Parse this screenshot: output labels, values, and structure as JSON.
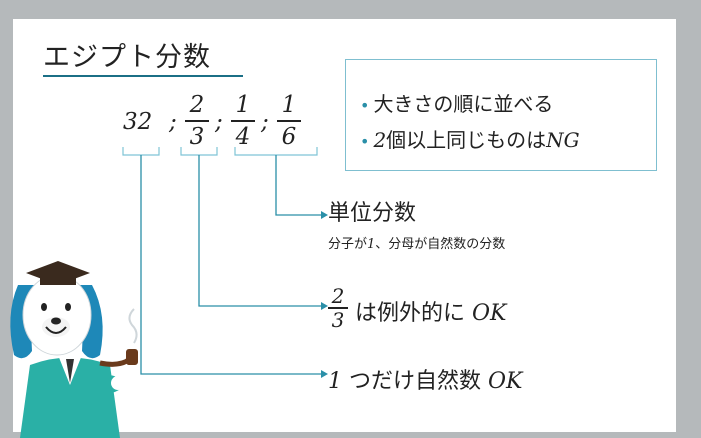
{
  "title": "エジプト分数",
  "expression": {
    "whole": "32",
    "sep": ";",
    "fractions": [
      {
        "num": "2",
        "den": "3"
      },
      {
        "num": "1",
        "den": "4"
      },
      {
        "num": "1",
        "den": "6"
      }
    ]
  },
  "note": {
    "bullet": "•",
    "line1": "大きさの順に並べる",
    "line2_num": "2",
    "line2_mid": "個以上同じものは",
    "line2_ng": "NG"
  },
  "labels": {
    "unit_main": "単位分数",
    "unit_sub_a": "分子が",
    "unit_sub_one": "1",
    "unit_sub_b": "、分母が自然数の分数",
    "exception_num": "2",
    "exception_den": "3",
    "exception_text": "は例外的に",
    "exception_ok": "OK",
    "natural_one": "1",
    "natural_text": "つだけ自然数",
    "natural_ok": "OK"
  },
  "colors": {
    "accent": "#1b6f86",
    "arrow": "#2a8fa8",
    "bracket": "#7fc4d6",
    "frame": "#b5b9bb"
  }
}
